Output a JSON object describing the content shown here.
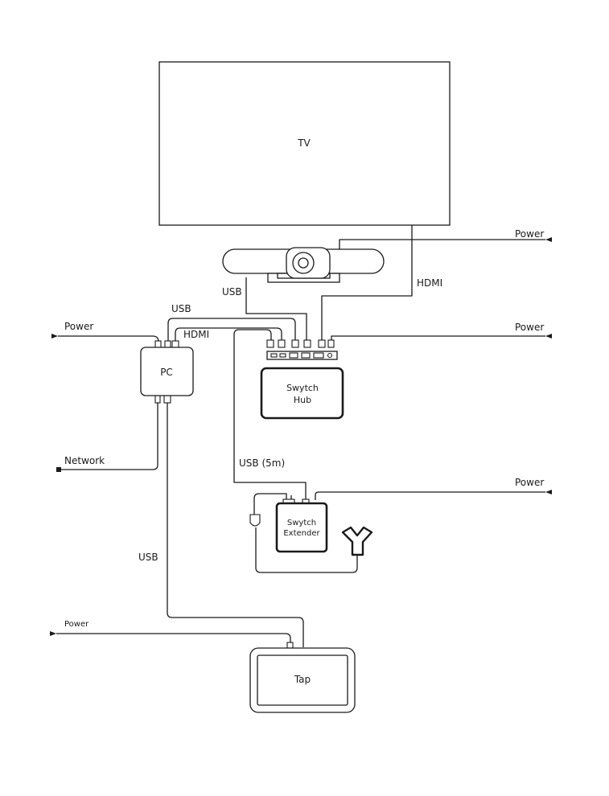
{
  "devices": {
    "tv": "TV",
    "pc": "PC",
    "hub_line1": "Swytch",
    "hub_line2": "Hub",
    "extender_line1": "Swytch",
    "extender_line2": "Extender",
    "tap": "Tap"
  },
  "cables": {
    "power_top_right": "Power",
    "hdmi_camera_hub": "HDMI",
    "usb_camera": "USB",
    "usb_pc_top": "USB",
    "hdmi_pc": "HDMI",
    "power_pc": "Power",
    "power_hub": "Power",
    "network": "Network",
    "usb_5m": "USB (5m)",
    "power_extender": "Power",
    "usb_tap": "USB",
    "power_tap": "Power"
  }
}
